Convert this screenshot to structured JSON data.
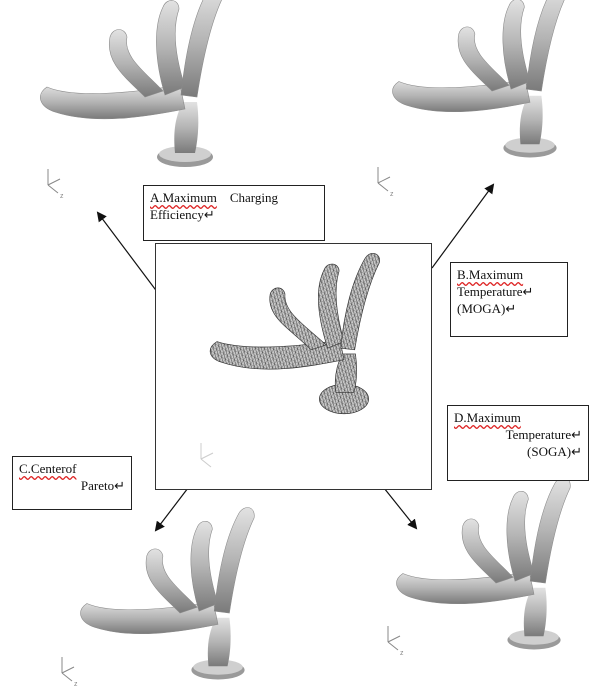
{
  "labels": {
    "a": {
      "line1_prefix": "A.Maximum",
      "line1_suffix": "Charging",
      "line2": "Efficiency↵"
    },
    "b": {
      "line1": "B.Maximum",
      "line2": "Temperature↵",
      "line3": "(MOGA)↵"
    },
    "c": {
      "line1": "C.Centerof",
      "line2": "Pareto↵"
    },
    "d": {
      "line1": "D.Maximum",
      "line2": "Temperature↵",
      "line3": "(SOGA)↵"
    }
  },
  "colors": {
    "shape_fill": "#b9b9b9",
    "mesh_line": "#3a3a3a",
    "arrow": "#111111",
    "axes": "#888888"
  }
}
